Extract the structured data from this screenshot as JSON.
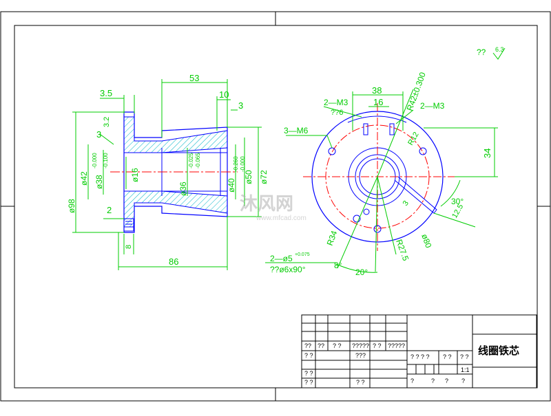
{
  "title": "线圈铁芯",
  "scale": "1:1",
  "roughness": {
    "prefix": "??",
    "value": "6.3"
  },
  "watermark": {
    "brand": "沐风网",
    "url": "www.mfcad.com"
  },
  "front_view_dims": {
    "len53": "53",
    "len10": "10",
    "len3": "3",
    "len3_5": "3.5",
    "rough3_2": "3.2",
    "len3_left": "3",
    "dia42": "ø42",
    "dia38": "ø38",
    "dia38_tol_up": "-0.000",
    "dia38_tol_dn": "-0.100",
    "dia16": "ø16",
    "dia36": "ø36",
    "dia36_tol_up": "-0.025",
    "dia36_tol_dn": "-0.065",
    "dia40": "ø40",
    "dia40_tol_up": "-0.260",
    "dia40_tol_dn": "-0.000",
    "dia50": "ø50",
    "dia72": "ø72",
    "dia98": "ø98",
    "len2": "2",
    "len8": "8",
    "len86": "86"
  },
  "side_view_dims": {
    "len38": "38",
    "len16": "16",
    "r42": "R42±0.300",
    "m3_left": "2—M3",
    "m3_left_sub": "??6",
    "m3_right": "2—M3",
    "m6": "3—M6",
    "r12": "R12",
    "len34": "34",
    "ang30": "30°",
    "len12_5": "12.5",
    "len3": "3",
    "r34": "R34",
    "r27_5": "R27.5",
    "dia80": "ø80",
    "hole_spec": "2—ø5",
    "hole_tol": "+0.075",
    "hole_spec2": "??ø6x90°",
    "ang8": "8°",
    "ang20": "20°"
  },
  "title_block": {
    "row1": [
      "??",
      "??",
      "? ?",
      "?????",
      "? ?",
      "?????"
    ],
    "row2": [
      "? ?",
      "???"
    ],
    "row3": [
      "? ?"
    ],
    "row4": [
      "? ?",
      "? ?"
    ],
    "right_top": [
      "? ? ? ?",
      "? ?",
      "? ?"
    ],
    "bottom": [
      "?",
      "?",
      "?",
      "?"
    ]
  },
  "colors": {
    "outline": "#ffffff",
    "border": "#000000",
    "part": "#0000ff",
    "dimension": "#00cc00",
    "centerline": "#ff0000",
    "hatch": "#00b4c8"
  }
}
